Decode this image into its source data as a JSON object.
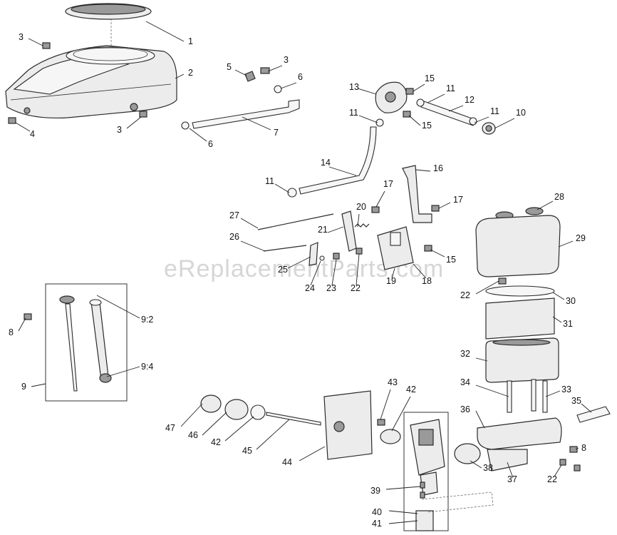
{
  "watermark": "eReplacementParts.com",
  "callouts": [
    "1",
    "3",
    "2",
    "4",
    "3",
    "5",
    "3",
    "6",
    "6",
    "7",
    "13",
    "15",
    "11",
    "12",
    "11",
    "10",
    "11",
    "15",
    "14",
    "16",
    "11",
    "17",
    "17",
    "28",
    "27",
    "20",
    "21",
    "26",
    "29",
    "15",
    "25",
    "24",
    "23",
    "22",
    "19",
    "18",
    "22",
    "30",
    "31",
    "8",
    "9:2",
    "9:4",
    "9",
    "32",
    "34",
    "33",
    "35",
    "43",
    "42",
    "36",
    "47",
    "46",
    "42",
    "45",
    "44",
    "38",
    "8",
    "37",
    "22",
    "39",
    "40",
    "41"
  ]
}
